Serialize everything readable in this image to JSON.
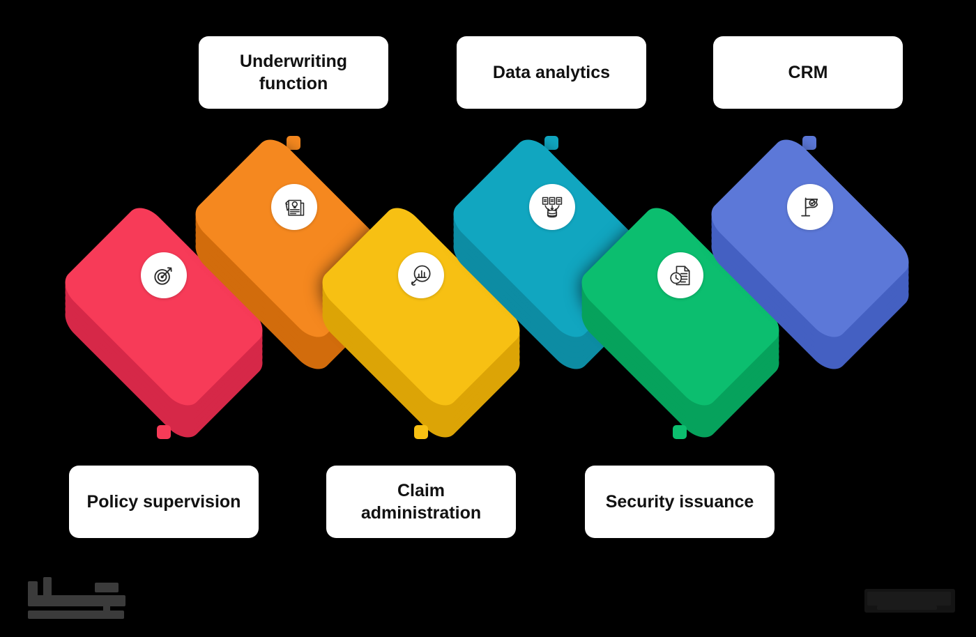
{
  "diagram": {
    "title": "Insurance software modules isometric chain diagram",
    "background_color": "#000000",
    "top_labels": [
      {
        "text": "Underwriting function",
        "marker_color": "#F5881F"
      },
      {
        "text": "Data analytics",
        "marker_color": "#11A6C0"
      },
      {
        "text": "CRM",
        "marker_color": "#5C78D8"
      }
    ],
    "bottom_labels": [
      {
        "text": "Policy supervision",
        "marker_color": "#F73B58"
      },
      {
        "text": "Claim administration",
        "marker_color": "#F7C013"
      },
      {
        "text": "Security issuance",
        "marker_color": "#0CBE6F"
      }
    ],
    "blocks": [
      {
        "name": "policy-supervision",
        "color": "#F73B58",
        "side_color": "#D62848",
        "icon": "target-arrow-icon",
        "label": "Policy supervision"
      },
      {
        "name": "underwriting-function",
        "color": "#F5881F",
        "side_color": "#D26C0C",
        "icon": "document-pencil-idea-icon",
        "label": "Underwriting function"
      },
      {
        "name": "claim-administration",
        "color": "#F7C013",
        "side_color": "#DCA406",
        "icon": "magnifier-bar-chart-icon",
        "label": "Claim administration"
      },
      {
        "name": "data-analytics",
        "color": "#11A6C0",
        "side_color": "#0D8CA3",
        "icon": "documents-to-database-icon",
        "label": "Data analytics"
      },
      {
        "name": "security-issuance",
        "color": "#0CBE6F",
        "side_color": "#06A25C",
        "icon": "document-clock-icon",
        "label": "Security issuance"
      },
      {
        "name": "crm",
        "color": "#5C78D8",
        "side_color": "#4460C2",
        "icon": "flag-check-icon",
        "label": "CRM"
      }
    ]
  },
  "footer": {
    "left_logo": "redacted-wordmark-logo",
    "right_logo": "redacted-wordmark-logo"
  }
}
